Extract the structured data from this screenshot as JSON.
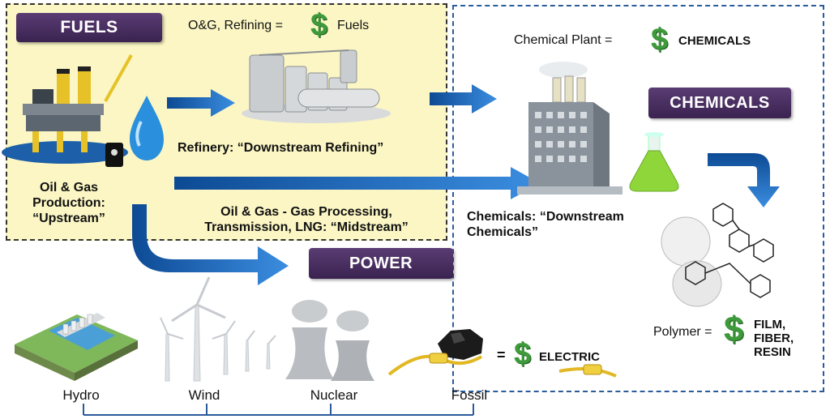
{
  "sections": {
    "fuels": "FUELS",
    "chemicals": "CHEMICALS",
    "power": "POWER"
  },
  "equations": {
    "og_refining": "O&G, Refining =",
    "fuels": "Fuels",
    "chemical_plant": "Chemical Plant =",
    "chemicals": "CHEMICALS",
    "polymer": "Polymer =",
    "polymer_products": [
      "FILM,",
      "FIBER,",
      "RESIN"
    ],
    "electric_eq": "=",
    "electric": "ELECTRIC"
  },
  "currency_symbol": "$",
  "captions": {
    "upstream": [
      "Oil & Gas",
      "Production:",
      "“Upstream”"
    ],
    "refinery": "Refinery: “Downstream Refining”",
    "midstream": [
      "Oil & Gas - Gas Processing,",
      "Transmission, LNG: “Midstream”"
    ],
    "downstream_chem": [
      "Chemicals: “Downstream",
      "Chemicals”"
    ]
  },
  "power_sources": [
    "Hydro",
    "Wind",
    "Nuclear",
    "Fossil"
  ],
  "colors": {
    "arrow_blue": "#1f6fc4",
    "label_purple": "#4b2f63",
    "fuels_bg": "#fbf6c4",
    "dollar_green": "#3e9a3a",
    "flask_green": "#8fd63a"
  },
  "icons": [
    "oil-rig-icon",
    "oil-drop-icon",
    "oil-barrel-icon",
    "refinery-icon",
    "chemical-plant-icon",
    "flask-icon",
    "molecule-figure-icon",
    "hydro-dam-icon",
    "wind-turbine-icon",
    "cooling-tower-icon",
    "coal-icon",
    "power-plug-icon"
  ]
}
